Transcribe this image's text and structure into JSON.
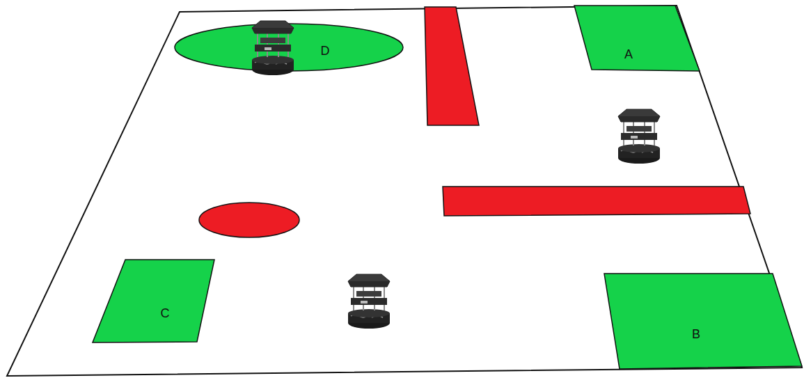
{
  "diagram": {
    "nodes": [
      {
        "text": [
          "D"
        ]
      },
      {
        "text": [
          "A"
        ]
      },
      {
        "text": [
          "C"
        ]
      },
      {
        "text": [
          "B"
        ]
      }
    ]
  }
}
